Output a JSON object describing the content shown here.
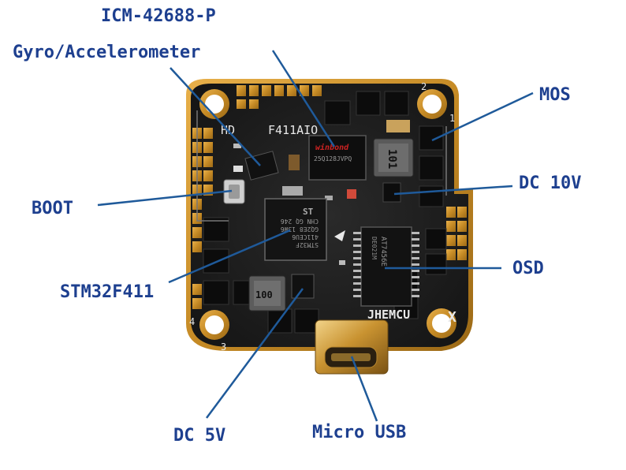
{
  "board": {
    "silk_brand": "JHEMCU",
    "silk_name": "F411AIO",
    "silk_hd": "HD",
    "corner_1": "1",
    "corner_2": "2",
    "corner_3": "3",
    "corner_4": "4",
    "silk_x": "X",
    "flash_chip_brand": "winbond",
    "flash_chip_text": "25Q128JVPQ",
    "mcu_logo": "ST",
    "mcu_lines": [
      "STM32F",
      "411CEU6",
      "GQ2E8 13W6",
      "CHN GQ 246"
    ],
    "osd_chip_text": "AT7456E",
    "osd_chip_sub": "DE021M",
    "inductor_big": "101",
    "inductor_small": "100"
  },
  "labels": {
    "icm": "ICM-42688-P",
    "gyro": "Gyro/Accelerometer",
    "mos": "MOS",
    "dc10": "DC 10V",
    "boot": "BOOT",
    "osd": "OSD",
    "stm": "STM32F411",
    "dc5": "DC 5V",
    "usb": "Micro USB"
  },
  "colors": {
    "label": "#1d3f8f",
    "pointer": "#1f5a9a",
    "pcb": "#1b1b1b",
    "gold": "#c8922e"
  }
}
